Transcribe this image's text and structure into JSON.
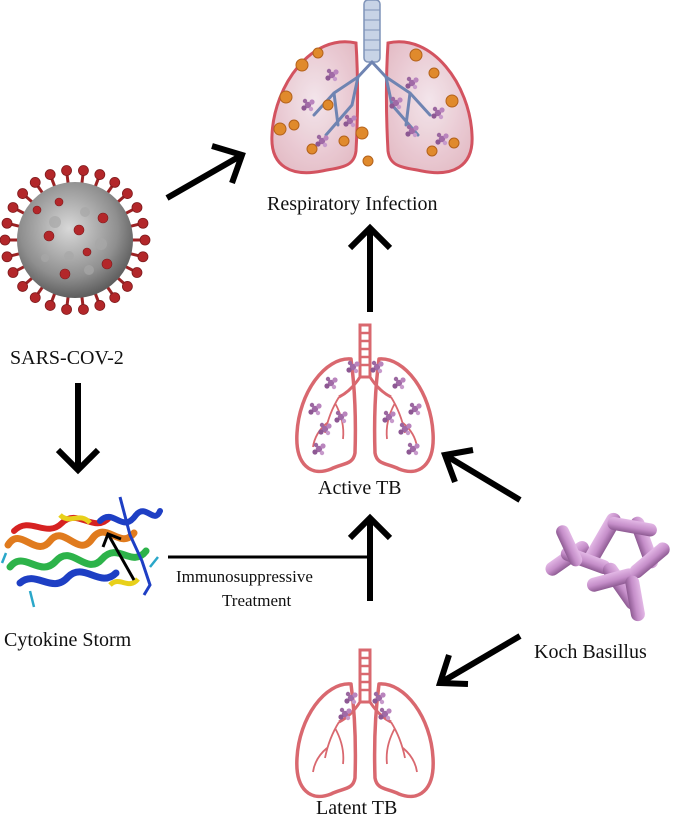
{
  "nodes": {
    "respiratory": {
      "label": "Respiratory Infection",
      "icon": "infected-lungs-icon"
    },
    "sars": {
      "label": "SARS-COV-2",
      "icon": "coronavirus-icon"
    },
    "cytokine": {
      "label": "Cytokine Storm",
      "icon": "protein-structure-icon"
    },
    "active_tb": {
      "label": "Active TB",
      "icon": "tb-lungs-icon"
    },
    "latent_tb": {
      "label": "Latent TB",
      "icon": "tb-lungs-icon"
    },
    "koch": {
      "label": "Koch Basillus",
      "icon": "bacilli-icon"
    }
  },
  "edges": [
    {
      "from": "sars",
      "to": "respiratory"
    },
    {
      "from": "sars",
      "to": "cytokine"
    },
    {
      "from": "cytokine",
      "to": "active_tb",
      "label_lines": [
        "Immunosuppressive",
        "Treatment"
      ]
    },
    {
      "from": "latent_tb",
      "to": "active_tb"
    },
    {
      "from": "active_tb",
      "to": "respiratory"
    },
    {
      "from": "koch",
      "to": "active_tb"
    },
    {
      "from": "koch",
      "to": "latent_tb"
    }
  ],
  "colors": {
    "lung_outline": "#d9686f",
    "virus_red": "#b3272a",
    "virus_grey": "#8f8f8f",
    "bacillus": "#c58ec9",
    "arrow": "#000000"
  }
}
